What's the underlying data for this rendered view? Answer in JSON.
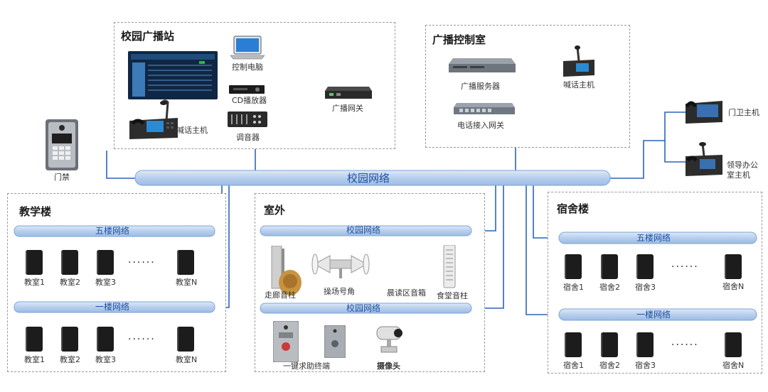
{
  "zones": {
    "station": "校园广播站",
    "control_room": "广播控制室",
    "teaching": "教学楼",
    "outdoor": "室外",
    "dorm": "宿舍楼"
  },
  "station": {
    "pc": "控制电脑",
    "cd": "CD播放器",
    "mixer": "调音器",
    "mic": "喊话主机",
    "gateway": "广播网关"
  },
  "control_room": {
    "server": "广播服务器",
    "mic": "喊话主机",
    "phone_gateway": "电话接入网关"
  },
  "campus": {
    "network": "校园网络",
    "door": "门禁",
    "guard": "门卫主机",
    "leader_line1": "领导办公",
    "leader_line2": "室主机"
  },
  "teaching": {
    "floor5": "五楼网络",
    "floor1": "一楼网络",
    "row1": [
      "教室1",
      "教室2",
      "教室3",
      "教室N"
    ],
    "row2": [
      "教室1",
      "教室2",
      "教室3",
      "教室N"
    ],
    "dots": "······"
  },
  "outdoor": {
    "net_top": "校园网络",
    "net_bottom": "校园网络",
    "column": "走廊音柱",
    "horn": "操场号角",
    "reading": "晨读区音箱",
    "canteen": "食堂音柱",
    "help": "一键求助终端",
    "camera": "摄像头"
  },
  "dorm": {
    "floor5": "五楼网络",
    "floor1": "一楼网络",
    "row1": [
      "宿舍1",
      "宿舍2",
      "宿舍3",
      "宿舍N"
    ],
    "row2": [
      "宿舍1",
      "宿舍2",
      "宿舍3",
      "宿舍N"
    ],
    "dots": "······"
  },
  "colors": {
    "bus_fill": "#bcd3f0",
    "bus_stroke": "#7ea3d6",
    "wire": "#2c64b8",
    "arrow": "#f2c230"
  }
}
